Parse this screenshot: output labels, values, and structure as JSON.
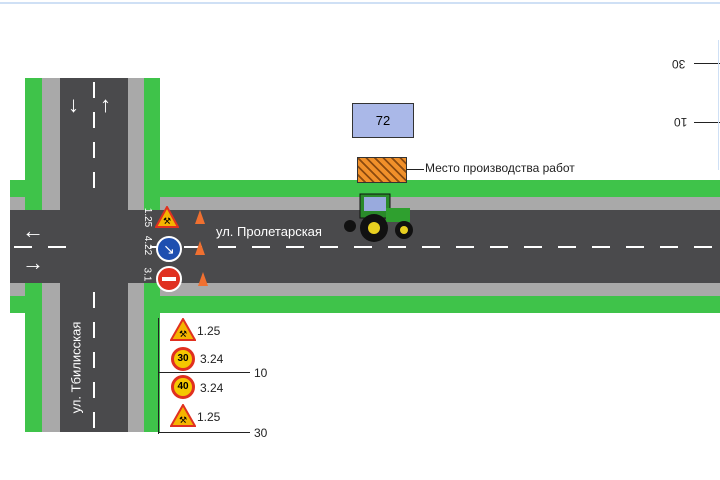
{
  "box_number": "72",
  "work_zone_label": "Место производства работ",
  "street_horizontal": "ул. Пролетарская",
  "street_vertical": "ул. Тбилисская",
  "side_signs": [
    "1.25",
    "4.22",
    "3.1"
  ],
  "sign_list": [
    {
      "code": "1.25",
      "symbol": ""
    },
    {
      "code": "3.24",
      "symbol": "30"
    },
    {
      "code": "3.24",
      "symbol": "40"
    },
    {
      "code": "1.25",
      "symbol": ""
    }
  ],
  "distances": [
    "10",
    "30"
  ],
  "mirrored_distances": [
    "30",
    "10"
  ],
  "colors": {
    "green": "#3fc34a",
    "asphalt": "#4a4a4c",
    "sidewalk": "#a9a9a9",
    "box": "#aab8e8",
    "hatch": "#f0902a"
  }
}
